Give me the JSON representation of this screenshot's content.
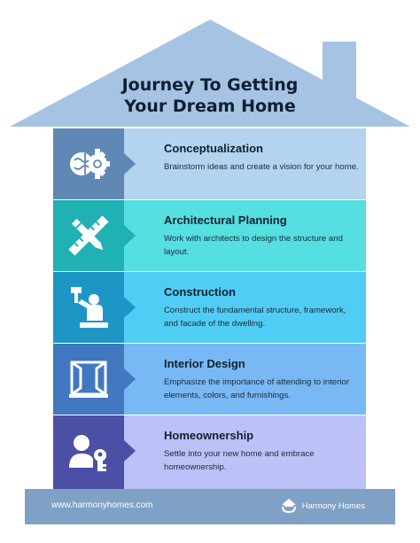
{
  "title": {
    "line1": "Journey To Getting",
    "line2": "Your Dream Home"
  },
  "stages": [
    {
      "heading": "Conceptualization",
      "description": "Brainstorm ideas and create a vision for your home.",
      "icon": "brain-gear-icon"
    },
    {
      "heading": "Architectural Planning",
      "description": "Work with architects to design the structure and layout.",
      "icon": "ruler-pencil-icon"
    },
    {
      "heading": "Construction",
      "description": "Construct the fundamental structure, framework, and facade of the dwelling.",
      "icon": "construction-worker-icon"
    },
    {
      "heading": "Interior Design",
      "description": "Emphasize the importance of attending to interior elements, colors, and furnishings.",
      "icon": "window-icon"
    },
    {
      "heading": "Homeownership",
      "description": "Settle into your new home and embrace homeownership.",
      "icon": "owner-key-icon"
    }
  ],
  "footer": {
    "url": "www.harmonyhomes.com",
    "brand": "Harmony Homes",
    "logo_icon": "house-hands-icon"
  },
  "colors": {
    "roof": "#a7c3e3",
    "chimney": "#a7c3e3",
    "footer": "#7fa1c6",
    "stage_icon_bg": [
      "#5f88b4",
      "#1fb1b3",
      "#1d96c6",
      "#4178bf",
      "#4b4fa5"
    ],
    "stage_text_bg": [
      "#b4d3ee",
      "#55dfe0",
      "#4fcdf4",
      "#78b8f5",
      "#bcc1f7"
    ]
  }
}
